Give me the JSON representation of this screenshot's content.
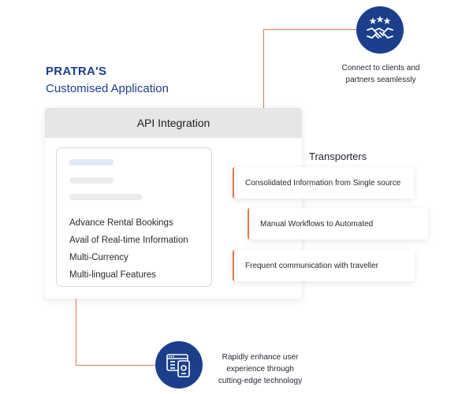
{
  "heading": {
    "brand": "PRATRA'S",
    "subtitle": "Customised Application"
  },
  "app_card": {
    "header": "API Integration",
    "features": [
      "Advance Rental Bookings",
      "Avail of Real-time Information",
      "Multi-Currency",
      "Multi-lingual Features"
    ]
  },
  "transporters": {
    "title": "Transporters",
    "items": [
      "Consolidated Information from Single source",
      "Manual Workflows to Automated",
      "Frequent communication with traveller"
    ]
  },
  "connect": {
    "icon": "handshake-stars-icon",
    "line1": "Connect to clients and",
    "line2": "partners seamlessly"
  },
  "enhance": {
    "icon": "responsive-devices-icon",
    "line1": "Rapidly enhance user",
    "line2": "experience through",
    "line3": "cutting-edge technology"
  },
  "colors": {
    "brand_blue": "#1c3f8c",
    "accent_orange": "#e07a4a",
    "header_gray": "#e6e6e6"
  }
}
